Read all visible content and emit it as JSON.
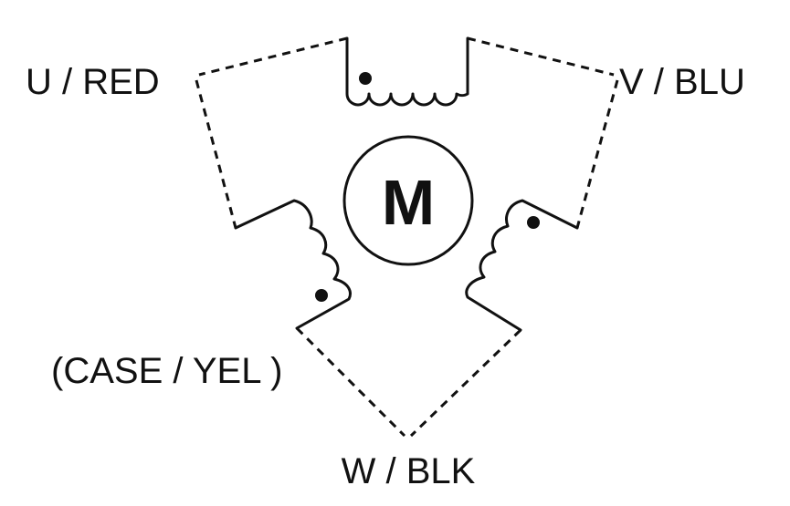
{
  "labels": {
    "u": "U / RED",
    "v": "V / BLU",
    "w": "W / BLK",
    "case": "(CASE / YEL )"
  },
  "motor": {
    "letter": "M"
  },
  "colors": {
    "line": "#111111",
    "background": "#ffffff"
  }
}
